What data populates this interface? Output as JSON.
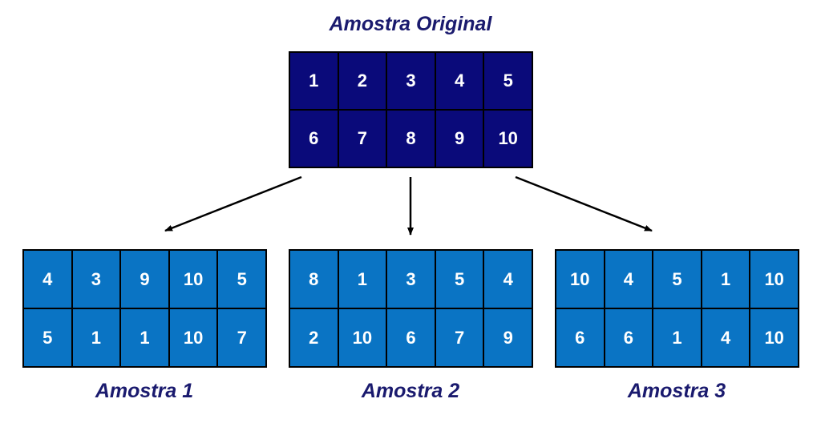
{
  "original": {
    "title": "Amostra Original",
    "cells": [
      "1",
      "2",
      "3",
      "4",
      "5",
      "6",
      "7",
      "8",
      "9",
      "10"
    ]
  },
  "samples": [
    {
      "title": "Amostra 1",
      "cells": [
        "4",
        "3",
        "9",
        "10",
        "5",
        "5",
        "1",
        "1",
        "10",
        "7"
      ]
    },
    {
      "title": "Amostra 2",
      "cells": [
        "8",
        "1",
        "3",
        "5",
        "4",
        "2",
        "10",
        "6",
        "7",
        "9"
      ]
    },
    {
      "title": "Amostra 3",
      "cells": [
        "10",
        "4",
        "5",
        "1",
        "10",
        "6",
        "6",
        "1",
        "4",
        "10"
      ]
    }
  ],
  "colors": {
    "original_fill": "#0a0a7a",
    "sample_fill": "#0a74c4",
    "title_color": "#1a1a6e",
    "arrow_color": "#000000"
  }
}
